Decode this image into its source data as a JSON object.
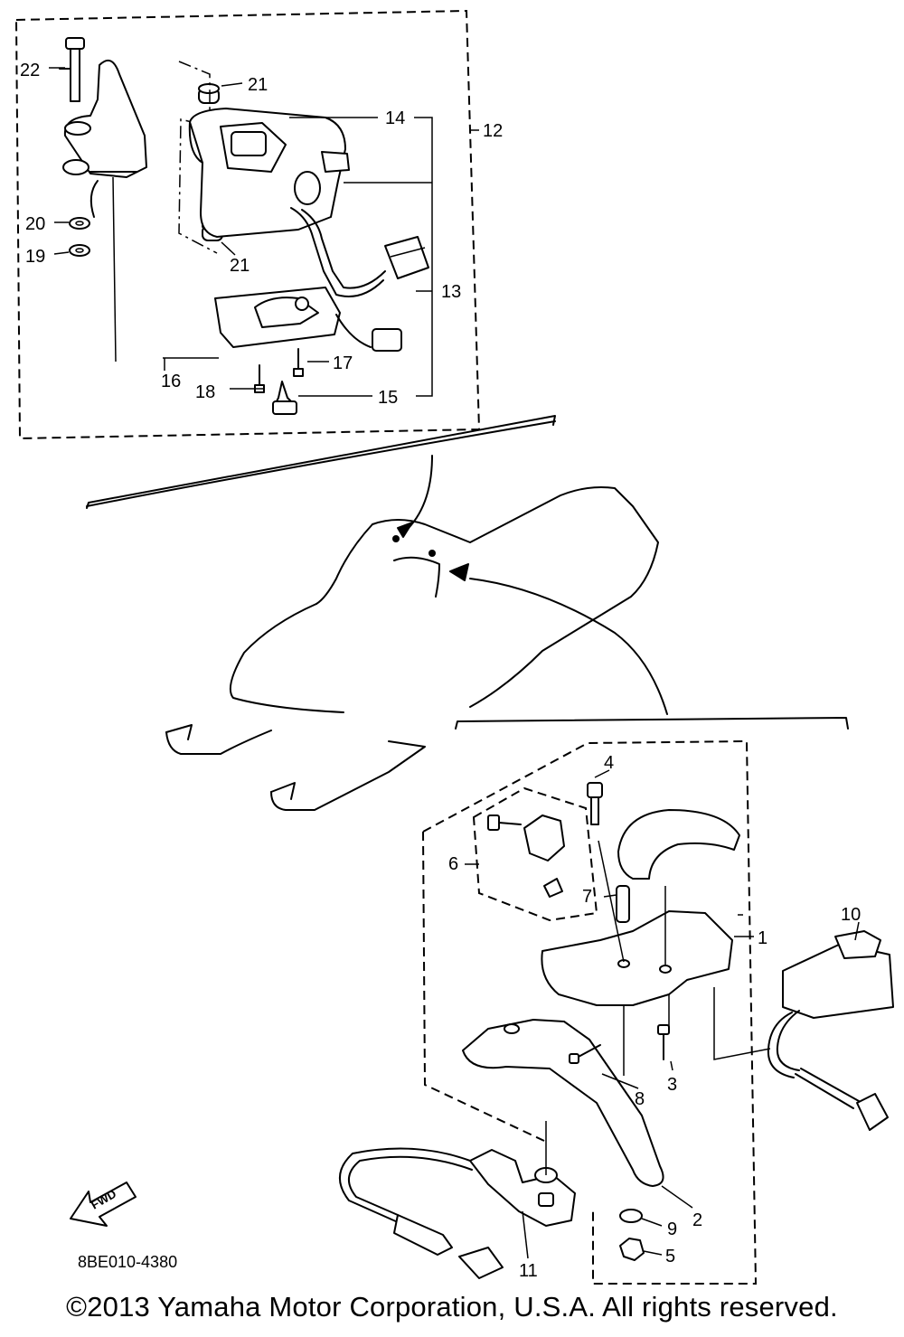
{
  "diagram_code": "8BE010-4380",
  "copyright": "©2013 Yamaha Motor Corporation, U.S.A. All rights reserved.",
  "fwd_arrow_label": "FWD",
  "callouts": {
    "p1": "1",
    "p2": "2",
    "p3": "3",
    "p4": "4",
    "p5": "5",
    "p6": "6",
    "p7": "7",
    "p8": "8",
    "p9": "9",
    "p10": "10",
    "p11": "11",
    "p12": "12",
    "p13": "13",
    "p14": "14",
    "p15": "15",
    "p16": "16",
    "p17": "17",
    "p18": "18",
    "p19": "19",
    "p20": "20",
    "p21a": "21",
    "p21b": "21",
    "p22": "22"
  },
  "icons": [
    "fwd-arrow-icon",
    "snowmobile-illustration",
    "throttle-housing-assembly",
    "brake-lever-assembly"
  ]
}
